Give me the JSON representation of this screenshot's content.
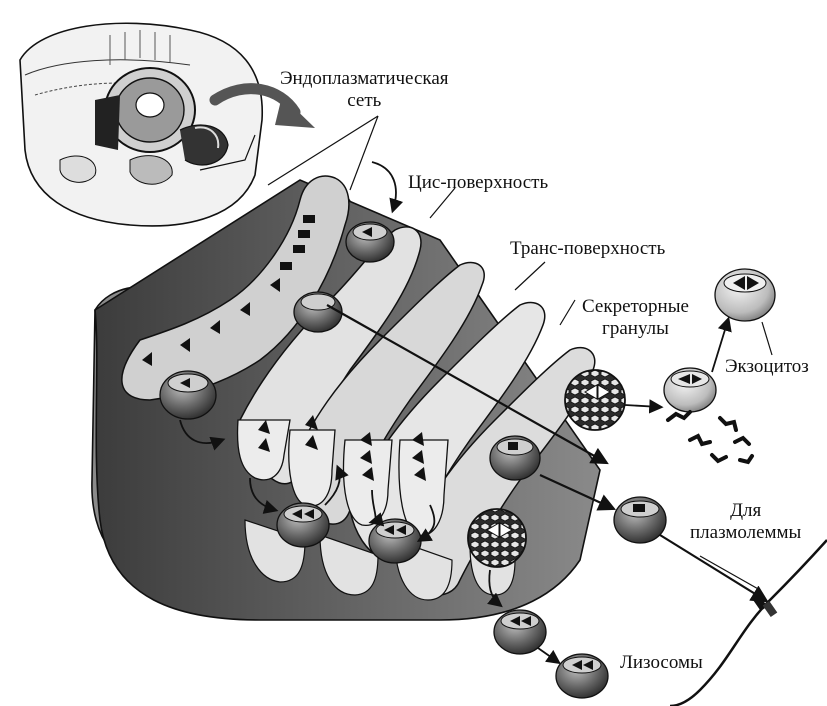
{
  "labels": {
    "er_line1": "Эндоплазматическая",
    "er_line2": "сеть",
    "cis": "Цис-поверхность",
    "trans": "Транс-поверхность",
    "secretory_line1": "Секреторные",
    "secretory_line2": "гранулы",
    "exocytosis": "Экзоцитоз",
    "plasma_line1": "Для",
    "plasma_line2": "плазмолеммы",
    "lysosomes": "Лизосомы"
  },
  "colors": {
    "dark": "#3a3a3a",
    "mid": "#7d7d7d",
    "light": "#cfcfcf",
    "lighter": "#e6e6e6",
    "black": "#111111"
  },
  "icons": [
    "cell-thumbnail",
    "golgi-stack",
    "vesicle",
    "clathrin-coated-vesicle",
    "arrow"
  ]
}
